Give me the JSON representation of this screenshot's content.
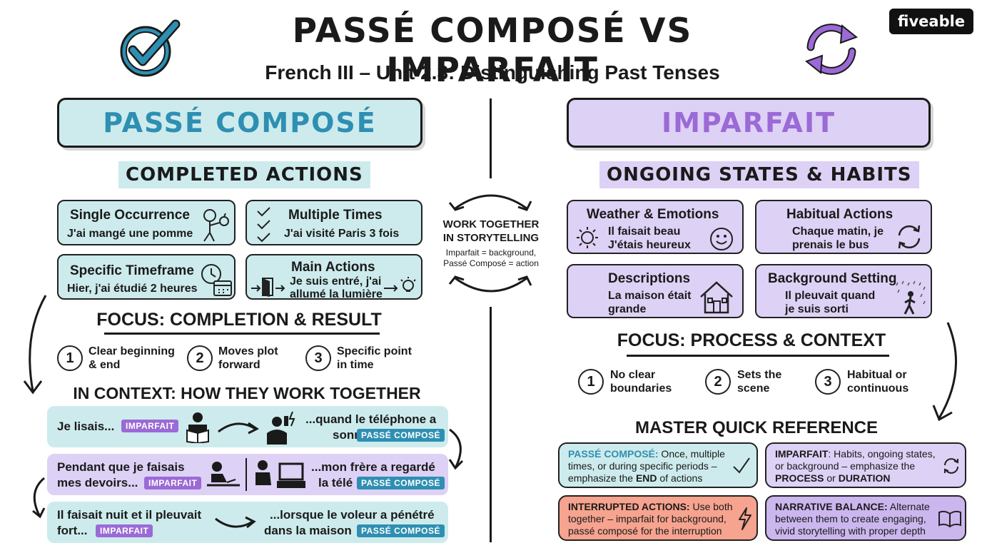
{
  "header": {
    "title": "PASSÉ COMPOSÉ VS IMPARFAIT",
    "subtitle": "French III – Unit 2.3: Distinguishing Past Tenses",
    "brand": "fiveable"
  },
  "colors": {
    "teal": "#cdebec",
    "purple": "#ddd1f5",
    "teal_text": "#2e8fb2",
    "purple_text": "#9b6ad6",
    "interrupt": "#f6a38f"
  },
  "left": {
    "heading": "PASSÉ COMPOSÉ",
    "section": "COMPLETED ACTIONS",
    "cards": [
      {
        "title": "Single Occurrence",
        "text": "J'ai mangé une pomme",
        "icon": "person-eating-icon"
      },
      {
        "title": "Multiple Times",
        "text": "J'ai visité Paris 3 fois",
        "icon": "checklist-icon"
      },
      {
        "title": "Specific Timeframe",
        "text": "Hier, j'ai étudié 2 heures",
        "icon": "clock-calendar-icon"
      },
      {
        "title": "Main Actions",
        "text1": "Je suis entré, j'ai",
        "text2": "allumé la lumière",
        "icon": "door-light-icon"
      }
    ],
    "focus": "FOCUS: COMPLETION & RESULT",
    "points": [
      {
        "n": "1",
        "l1": "Clear beginning",
        "l2": "& end"
      },
      {
        "n": "2",
        "l1": "Moves plot",
        "l2": "forward"
      },
      {
        "n": "3",
        "l1": "Specific point",
        "l2": "in time"
      }
    ]
  },
  "middle": {
    "l1": "WORK TOGETHER",
    "l2": "IN STORYTELLING",
    "s1": "Imparfait = background,",
    "s2": "Passé Composé = action"
  },
  "context": {
    "heading": "IN CONTEXT: HOW THEY WORK TOGETHER",
    "tag_imp": "IMPARFAIT",
    "tag_pc": "PASSÉ COMPOSÉ",
    "rows": [
      {
        "a1": "Je lisais...",
        "b1": "...quand le téléphone a",
        "b2": "sonné"
      },
      {
        "a1": "Pendant que je faisais",
        "a2": "mes devoirs...",
        "b1": "...mon frère a regardé",
        "b2": "la télé"
      },
      {
        "a1": "Il faisait nuit et il pleuvait",
        "a2": "fort...",
        "b1": "...lorsque le voleur a pénétré",
        "b2": "dans la maison"
      }
    ]
  },
  "right": {
    "heading": "IMPARFAIT",
    "section": "ONGOING STATES & HABITS",
    "cards": [
      {
        "title": "Weather & Emotions",
        "t1": "Il faisait beau",
        "t2": "J'étais heureux",
        "icon": "sun-smiley-icon"
      },
      {
        "title": "Habitual Actions",
        "t1": "Chaque matin, je",
        "t2": "prenais le bus",
        "icon": "repeat-icon"
      },
      {
        "title": "Descriptions",
        "t1": "La maison était",
        "t2": "grande",
        "icon": "house-icon"
      },
      {
        "title": "Background Setting",
        "t1": "Il pleuvait quand",
        "t2": "je suis sorti",
        "icon": "rain-walker-icon"
      }
    ],
    "focus": "FOCUS: PROCESS & CONTEXT",
    "points": [
      {
        "n": "1",
        "l1": "No clear",
        "l2": "boundaries"
      },
      {
        "n": "2",
        "l1": "Sets the",
        "l2": "scene"
      },
      {
        "n": "3",
        "l1": "Habitual or",
        "l2": "continuous"
      }
    ]
  },
  "reference": {
    "heading": "MASTER QUICK REFERENCE",
    "pc_label": "PASSÉ COMPOSÉ:",
    "pc_t1": " Once, multiple",
    "pc_t2": "times, or during specific periods –",
    "pc_t3": "emphasize the ",
    "pc_bold": "END",
    "pc_t4": " of actions",
    "imp_label": "IMPARFAIT",
    "imp_t1": ": Habits, ongoing states,",
    "imp_t2": "or background – emphasize the",
    "imp_b1": "PROCESS",
    "imp_or": " or ",
    "imp_b2": "DURATION",
    "int_label": "INTERRUPTED ACTIONS:",
    "int_t1": " Use both",
    "int_t2": "together – imparfait for background,",
    "int_t3": "passé composé for the interruption",
    "nar_label": "NARRATIVE BALANCE:",
    "nar_t1": " Alternate",
    "nar_t2": "between them to create engaging,",
    "nar_t3": "vivid storytelling with proper depth"
  }
}
